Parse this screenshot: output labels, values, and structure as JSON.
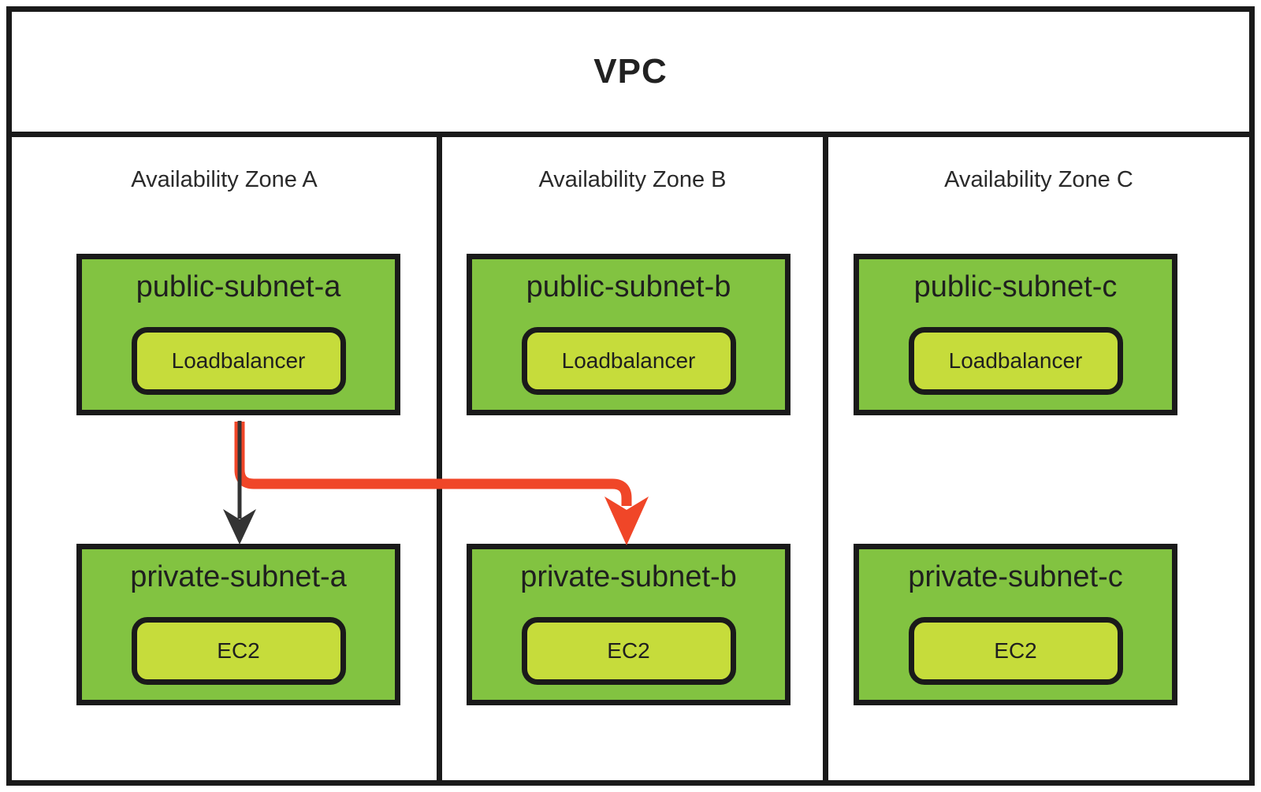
{
  "diagram": {
    "title": "VPC",
    "zones": [
      {
        "label": "Availability Zone A",
        "public_subnet": {
          "title": "public-subnet-a",
          "component": "Loadbalancer"
        },
        "private_subnet": {
          "title": "private-subnet-a",
          "component": "EC2"
        }
      },
      {
        "label": "Availability Zone B",
        "public_subnet": {
          "title": "public-subnet-b",
          "component": "Loadbalancer"
        },
        "private_subnet": {
          "title": "private-subnet-b",
          "component": "EC2"
        }
      },
      {
        "label": "Availability Zone C",
        "public_subnet": {
          "title": "public-subnet-c",
          "component": "Loadbalancer"
        },
        "private_subnet": {
          "title": "private-subnet-c",
          "component": "EC2"
        }
      }
    ],
    "arrows": [
      {
        "name": "public-subnet-a to private-subnet-a",
        "from": "public-subnet-a",
        "to": "private-subnet-a",
        "color": "#333333"
      },
      {
        "name": "public-subnet-a to private-subnet-b",
        "from": "public-subnet-a",
        "to": "private-subnet-b",
        "color": "#F04628"
      }
    ],
    "colors": {
      "subnet_fill": "#82C341",
      "component_fill": "#C6DC3B",
      "border": "#1A1A1A",
      "text": "#212121",
      "background": "#FFFFFF"
    }
  }
}
